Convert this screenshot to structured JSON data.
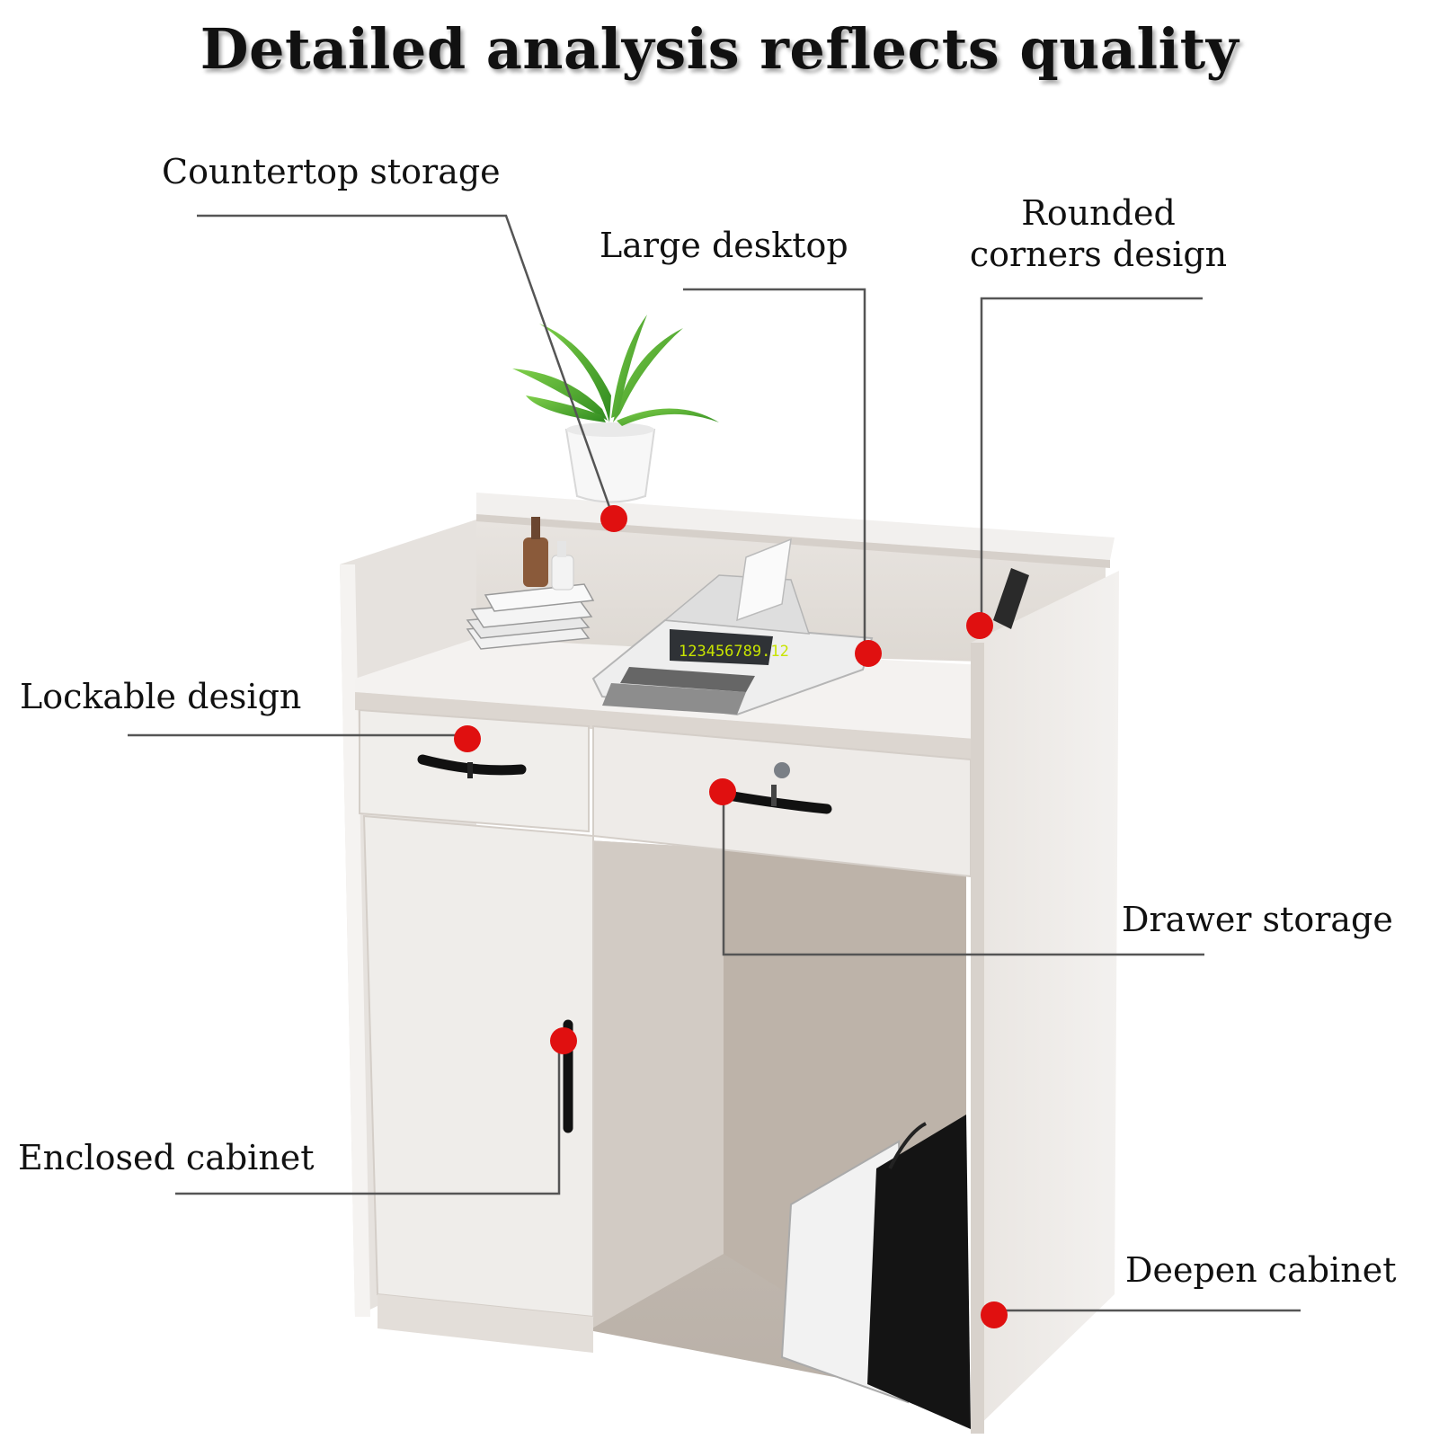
{
  "title": "Detailed analysis reflects quality",
  "callouts": {
    "countertop_storage": "Countertop storage",
    "large_desktop": "Large desktop",
    "rounded_line1": "Rounded",
    "rounded_line2": "corners design",
    "lockable_design": "Lockable design",
    "drawer_storage": "Drawer storage",
    "enclosed_cabinet": "Enclosed cabinet",
    "deepen_cabinet": "Deepen cabinet"
  },
  "calculator_display": "123456789.12",
  "colors": {
    "marker": "#e01010",
    "leader_line": "#555555",
    "desk": "#eeebe8",
    "desk_shadow": "#d8d3ce"
  }
}
